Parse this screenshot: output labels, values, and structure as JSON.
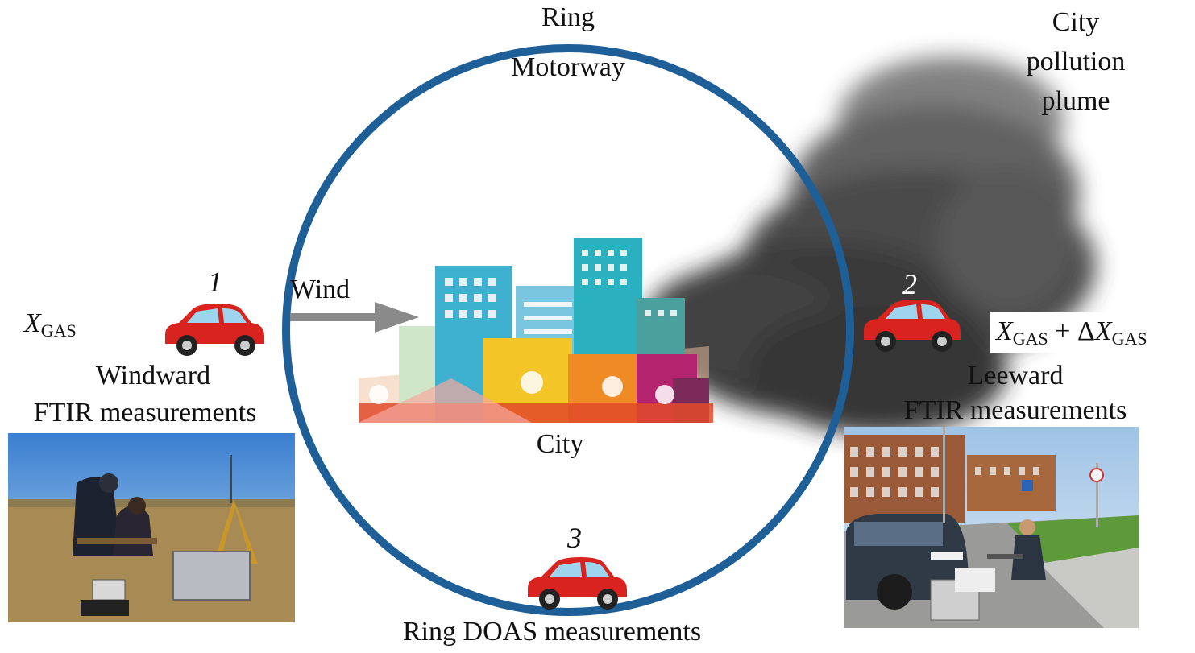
{
  "ring_label_1": "Ring",
  "ring_label_2": "Motorway",
  "plume_label_1": "City",
  "plume_label_2": "pollution",
  "plume_label_3": "plume",
  "wind_label": "Wind",
  "city_label": "City",
  "point_1": "1",
  "point_2": "2",
  "point_3": "3",
  "windward_var": "X",
  "windward_var_sub": "GAS",
  "windward_label_1": "Windward",
  "windward_label_2": "FTIR measurements",
  "leeward_var": "X",
  "leeward_var_sub": "GAS",
  "leeward_plus": " + Δ",
  "leeward_var2": "X",
  "leeward_var2_sub": "GAS",
  "leeward_label_1": "Leeward",
  "leeward_label_2": "FTIR measurements",
  "bottom_label": "Ring DOAS measurements",
  "colors": {
    "ring": "#1f5f98",
    "car": "#d9231f",
    "smoke": "#2d2d2d",
    "arrow": "#8a8a8a"
  }
}
